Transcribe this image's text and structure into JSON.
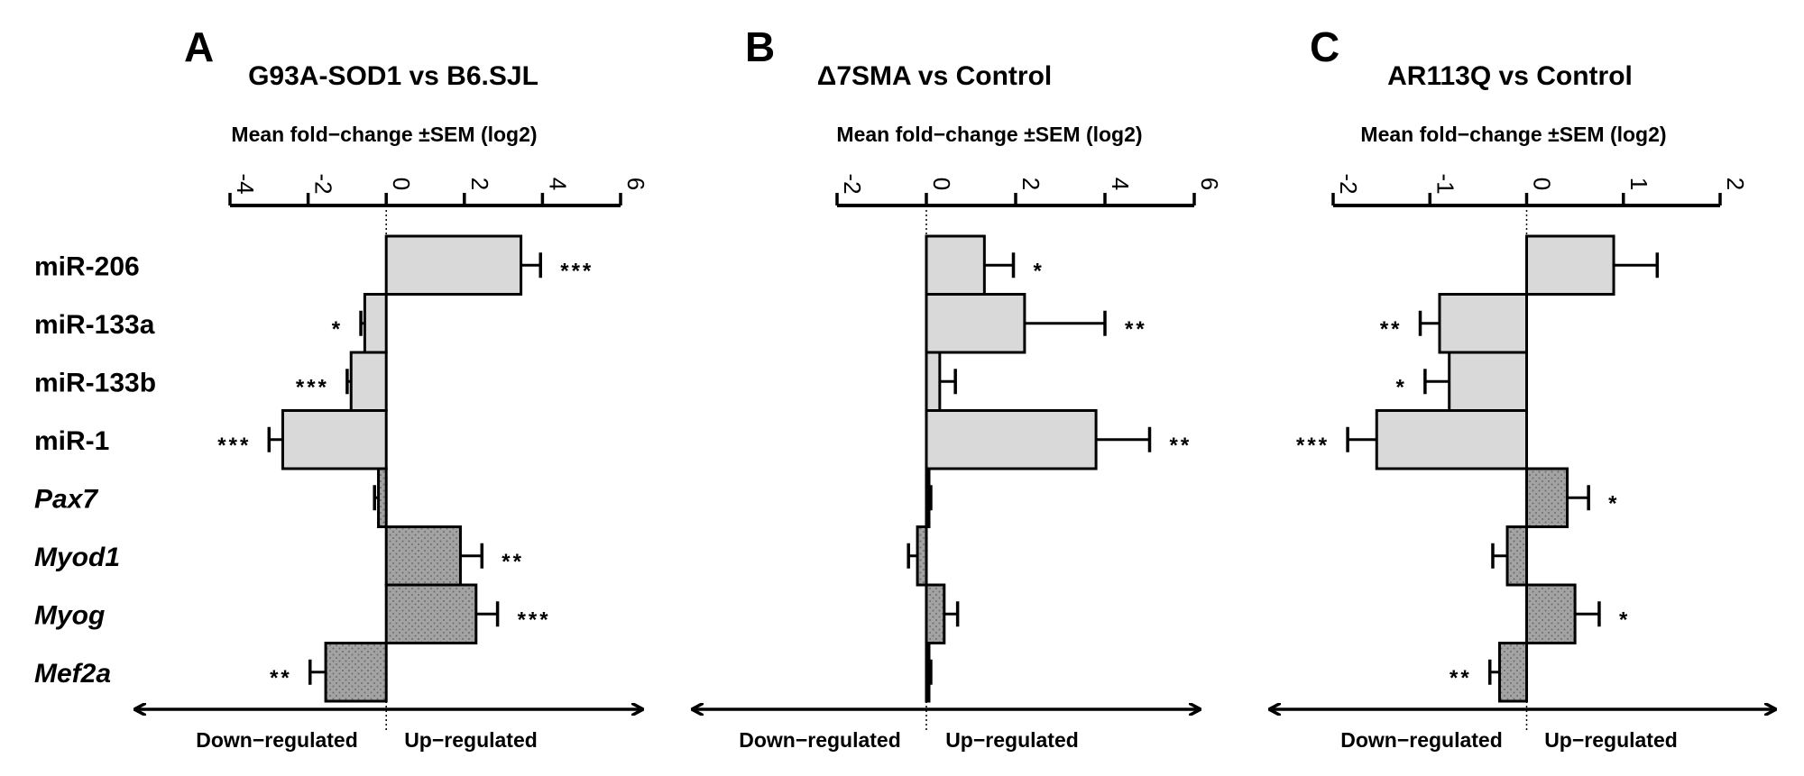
{
  "chart_data": [
    {
      "type": "bar",
      "orientation": "horizontal",
      "panel_label": "A",
      "title": "G93A-SOD1 vs B6.SJL",
      "axis_title": "Mean fold−change ±SEM (log2)",
      "xlim": [
        -4,
        6
      ],
      "ticks": [
        -4,
        -2,
        0,
        2,
        4,
        6
      ],
      "tick_labels": [
        "-4",
        "-2",
        "0",
        "2",
        "4",
        "6"
      ],
      "categories": [
        "miR-206",
        "miR-133a",
        "miR-133b",
        "miR-1",
        "Pax7",
        "Myod1",
        "Myog",
        "Mef2a"
      ],
      "italic_categories": [
        "Pax7",
        "Myod1",
        "Myog",
        "Mef2a"
      ],
      "values": [
        3.45,
        -0.55,
        -0.9,
        -2.65,
        -0.2,
        1.9,
        2.3,
        -1.55
      ],
      "sem": [
        0.5,
        0.1,
        0.1,
        0.35,
        0.1,
        0.55,
        0.55,
        0.4
      ],
      "significance": [
        "***",
        "*",
        "***",
        "***",
        "",
        "**",
        "***",
        "**"
      ],
      "down_label": "Down−regulated",
      "up_label": "Up−regulated"
    },
    {
      "type": "bar",
      "orientation": "horizontal",
      "panel_label": "B",
      "title": "Δ7SMA vs Control",
      "axis_title": "Mean fold−change ±SEM (log2)",
      "xlim": [
        -2,
        6
      ],
      "ticks": [
        -2,
        0,
        2,
        4,
        6
      ],
      "tick_labels": [
        "-2",
        "0",
        "2",
        "4",
        "6"
      ],
      "categories": [
        "miR-206",
        "miR-133a",
        "miR-133b",
        "miR-1",
        "Pax7",
        "Myod1",
        "Myog",
        "Mef2a"
      ],
      "values": [
        1.3,
        2.2,
        0.3,
        3.8,
        0.05,
        -0.2,
        0.4,
        0.05
      ],
      "sem": [
        0.65,
        1.8,
        0.35,
        1.2,
        0.05,
        0.2,
        0.3,
        0.05
      ],
      "significance": [
        "*",
        "**",
        "",
        "**",
        "",
        "",
        "",
        ""
      ],
      "down_label": "Down−regulated",
      "up_label": "Up−regulated"
    },
    {
      "type": "bar",
      "orientation": "horizontal",
      "panel_label": "C",
      "title": "AR113Q vs Control",
      "axis_title": "Mean fold−change ±SEM (log2)",
      "xlim": [
        -2,
        2
      ],
      "ticks": [
        -2,
        -1,
        0,
        1,
        2
      ],
      "tick_labels": [
        "-2",
        "-1",
        "0",
        "1",
        "2"
      ],
      "categories": [
        "miR-206",
        "miR-133a",
        "miR-133b",
        "miR-1",
        "Pax7",
        "Myod1",
        "Myog",
        "Mef2a"
      ],
      "values": [
        0.9,
        -0.9,
        -0.8,
        -1.55,
        0.42,
        -0.2,
        0.5,
        -0.28
      ],
      "sem": [
        0.45,
        0.2,
        0.25,
        0.3,
        0.22,
        0.15,
        0.25,
        0.1
      ],
      "significance": [
        "",
        "**",
        "*",
        "***",
        "*",
        "",
        "*",
        "**"
      ],
      "down_label": "Down−regulated",
      "up_label": "Up−regulated"
    }
  ],
  "colors": {
    "mirna_bar_fill": "#d9d9d9",
    "gene_bar_fill": "#a3a3a3",
    "stroke": "#000000",
    "background": "#ffffff"
  }
}
